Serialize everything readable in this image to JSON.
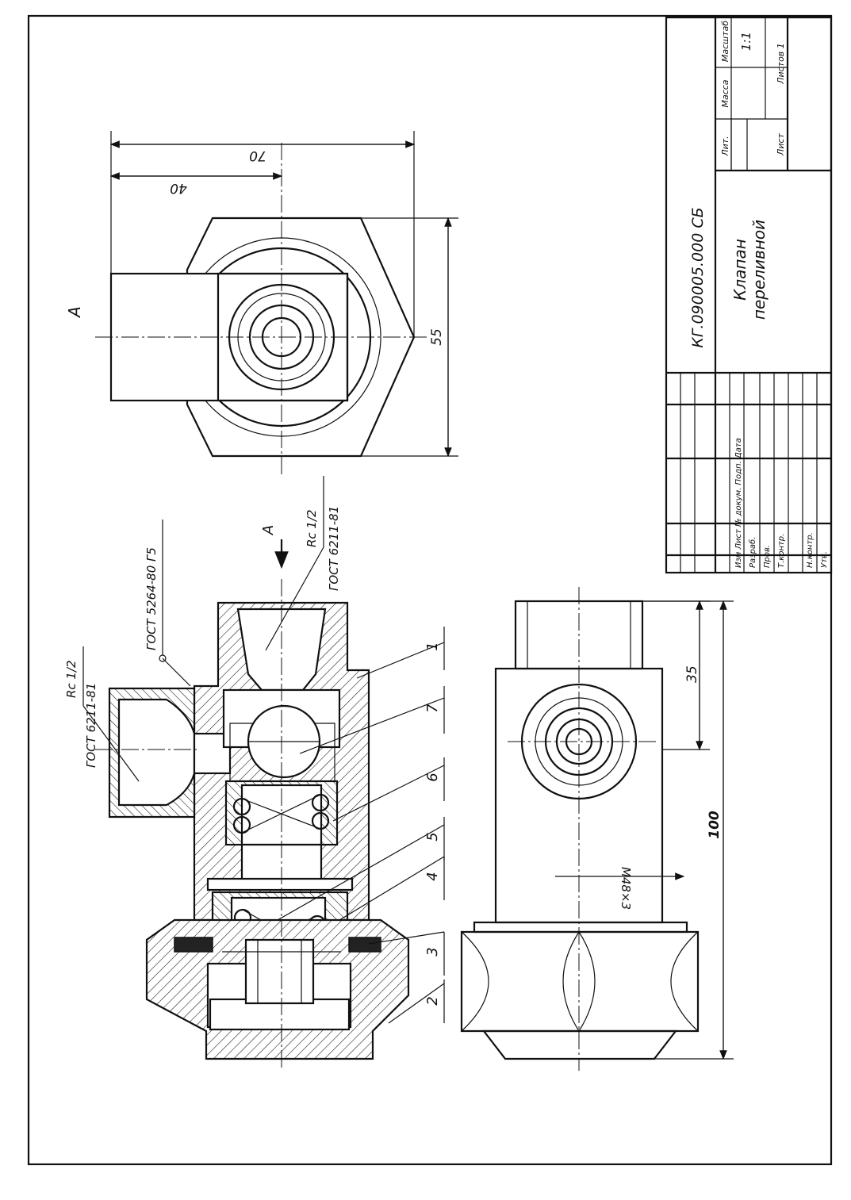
{
  "title_block": {
    "designation": "КГ.090005.000 СБ",
    "name_line1": "Клапан",
    "name_line2": "переливной",
    "col_lit": "Лит.",
    "col_mass": "Масса",
    "col_scale": "Масштаб",
    "scale": "1:1",
    "sheet_label": "Лист",
    "sheets_label": "Листов 1",
    "stamp_header": "Изм Лист  № докум.  Подп.  Дата",
    "row_razrab": "Разраб.",
    "row_prov": "Пров.",
    "row_tkontr": "Т.контр.",
    "row_nkontr": "Н.контр.",
    "row_utv": "Утв."
  },
  "view_a": {
    "label": "A",
    "dim_70": "70",
    "dim_40": "40",
    "dim_55": "55"
  },
  "section": {
    "arrow_label": "A",
    "callout_top_thread": "Rc 1/2",
    "callout_top_std": "ГОСТ 6211-81",
    "callout_weld": "ГОСТ 5264-80 Г5",
    "callout_side_thread": "Rc 1/2",
    "callout_side_std": "ГОСТ 6211-81",
    "positions": [
      "1",
      "7",
      "6",
      "5",
      "4",
      "3",
      "2"
    ]
  },
  "front_view": {
    "dim_35": "35",
    "dim_100": "100",
    "thread": "M48×3"
  }
}
